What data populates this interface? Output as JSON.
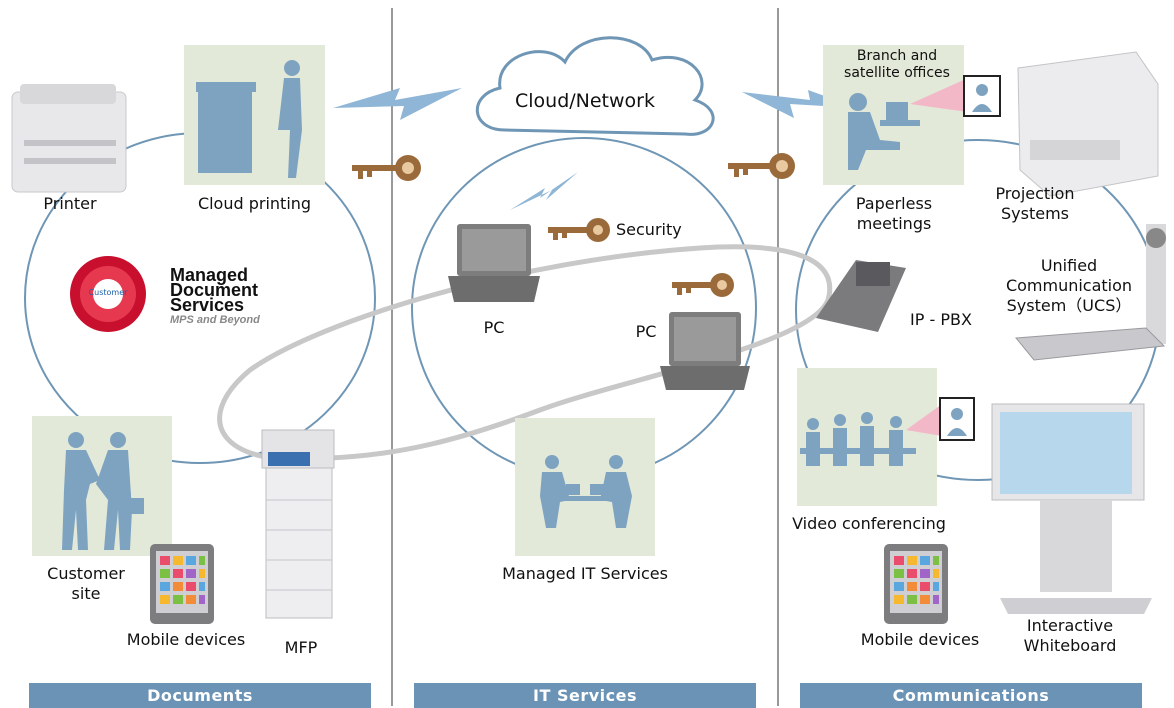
{
  "cloud": {
    "label": "Cloud/Network"
  },
  "labels": {
    "printer": "Printer",
    "cloud_printing": "Cloud printing",
    "security": "Security",
    "pc_left": "PC",
    "pc_right": "PC",
    "branch_offices": "Branch and satellite offices",
    "paperless_meetings": "Paperless meetings",
    "projection_systems": "Projection Systems",
    "ucs": "Unified Communication System（UCS）",
    "ip_pbx": "IP - PBX",
    "video_conferencing": "Video conferencing",
    "customer_site": "Customer site",
    "mobile_devices_left": "Mobile devices",
    "mfp": "MFP",
    "managed_it": "Managed IT Services",
    "mobile_devices_right": "Mobile devices",
    "interactive_whiteboard": "Interactive Whiteboard"
  },
  "mds": {
    "title_line1": "Managed",
    "title_line2": "Document",
    "title_line3": "Services",
    "tagline": "MPS and Beyond",
    "wheel_center": "Customer"
  },
  "sections": {
    "documents": "Documents",
    "it_services": "IT Services",
    "communications": "Communications"
  },
  "colors": {
    "circle_stroke": "#6f96b5",
    "illustration_bg": "#e3e9d8",
    "silhouette": "#7ea3c1",
    "section_bar": "#6b93b6",
    "key": "#9a6a3a",
    "accent_pink": "#f2b8c8",
    "mds_red": "#c8102e"
  }
}
